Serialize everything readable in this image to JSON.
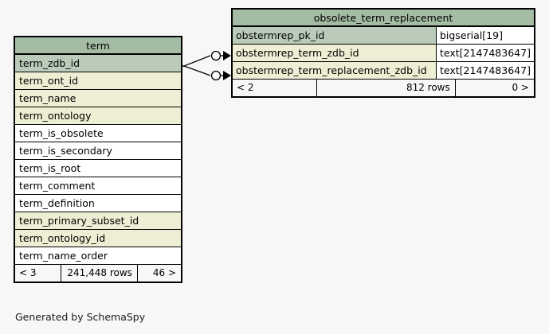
{
  "background_color": "#f7f7f7",
  "palette": {
    "title_green": "#a4bba4",
    "primary_key_green": "#bacbba",
    "indexed_yellow": "#eeeed4",
    "plain_white": "#ffffff",
    "border_black": "#000000",
    "footer_gray": "#f7f7f7"
  },
  "caption": "Generated by SchemaSpy",
  "entities": {
    "term": {
      "title": "term",
      "columns": [
        {
          "name": "term_zdb_id",
          "kind": "primary"
        },
        {
          "name": "term_ont_id",
          "kind": "indexed"
        },
        {
          "name": "term_name",
          "kind": "indexed"
        },
        {
          "name": "term_ontology",
          "kind": "indexed"
        },
        {
          "name": "term_is_obsolete",
          "kind": "plain"
        },
        {
          "name": "term_is_secondary",
          "kind": "plain"
        },
        {
          "name": "term_is_root",
          "kind": "plain"
        },
        {
          "name": "term_comment",
          "kind": "plain"
        },
        {
          "name": "term_definition",
          "kind": "plain"
        },
        {
          "name": "term_primary_subset_id",
          "kind": "indexed"
        },
        {
          "name": "term_ontology_id",
          "kind": "indexed"
        },
        {
          "name": "term_name_order",
          "kind": "plain"
        }
      ],
      "footer": {
        "prev": "< 3",
        "rows": "241,448 rows",
        "next": "46 >"
      }
    },
    "obsolete_term_replacement": {
      "title": "obsolete_term_replacement",
      "columns": [
        {
          "name": "obstermrep_pk_id",
          "type": "bigserial[19]",
          "kind": "primary"
        },
        {
          "name": "obstermrep_term_zdb_id",
          "type": "text[2147483647]",
          "kind": "indexed"
        },
        {
          "name": "obstermrep_term_replacement_zdb_id",
          "type": "text[2147483647]",
          "kind": "indexed"
        }
      ],
      "footer": {
        "prev": "< 2",
        "rows": "812 rows",
        "next": "0 >"
      }
    }
  },
  "relationships": [
    {
      "name": "term-to-obstermrep-term-zdb-id",
      "from": "term.term_zdb_id",
      "to": "obsolete_term_replacement.obstermrep_term_zdb_id",
      "parent_end": "one-optional",
      "child_end": "many"
    },
    {
      "name": "term-to-obstermrep-term-replacement-zdb-id",
      "from": "term.term_zdb_id",
      "to": "obsolete_term_replacement.obstermrep_term_replacement_zdb_id",
      "parent_end": "one-optional",
      "child_end": "many"
    }
  ]
}
